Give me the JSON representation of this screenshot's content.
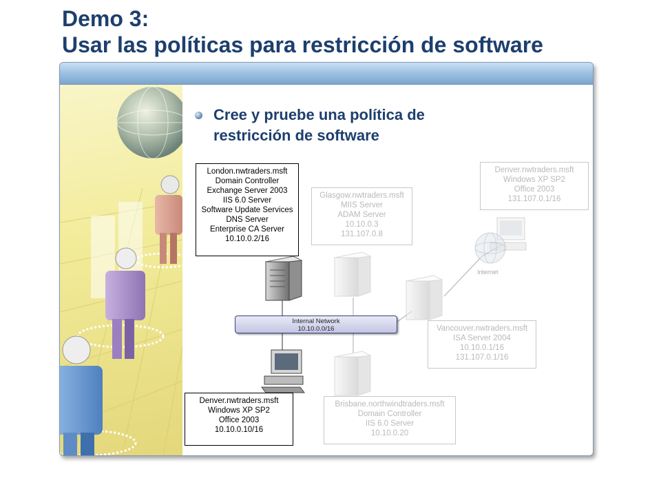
{
  "slide": {
    "title_line1": "Demo 3:",
    "title_line2": "Usar las políticas para restricción de software",
    "bullet_line1": "Cree y pruebe una política de",
    "bullet_line2": "restricción de software"
  },
  "diagram": {
    "london": {
      "lines": [
        "London.nwtraders.msft",
        "Domain Controller",
        "Exchange Server 2003",
        "IIS 6.0 Server",
        "Software Update Services",
        "DNS Server",
        "Enterprise CA Server",
        "10.10.0.2/16"
      ]
    },
    "glasgow": {
      "lines": [
        "Glasgow.nwtraders.msft",
        "MIIS Server",
        "ADAM Server",
        "10.10.0.3",
        "131.107.0.8"
      ]
    },
    "denver_external": {
      "lines": [
        "Denver.nwtraders.msft",
        "Windows XP SP2",
        "Office 2003",
        "131.107.0.1/16"
      ]
    },
    "vancouver": {
      "lines": [
        "Vancouver.nwtraders.msft",
        "ISA Server 2004",
        "10.10.0.1/16",
        "131.107.0.1/16"
      ]
    },
    "denver_internal": {
      "lines": [
        "Denver.nwtraders.msft",
        "Windows XP SP2",
        "Office 2003",
        "10.10.0.10/16"
      ]
    },
    "brisbane": {
      "lines": [
        "Brisbane.northwindtraders.msft",
        "Domain Controller",
        "IIS 6.0 Server",
        "10.10.0.20"
      ]
    },
    "network": {
      "line1": "Internal Network",
      "line2": "10.10.0.0/16"
    },
    "internet_label": "Internet"
  },
  "colors": {
    "title": "#1d3f6e",
    "frame_header": "#98bde0",
    "left_panel": "#f2ec9a",
    "network_bar": "#c3c5e4",
    "faded_text": "#b9b9b9"
  },
  "icons": [
    "globe-icon",
    "person-icon",
    "server-icon",
    "workstation-icon",
    "internet-globe-icon",
    "bullet-icon"
  ]
}
